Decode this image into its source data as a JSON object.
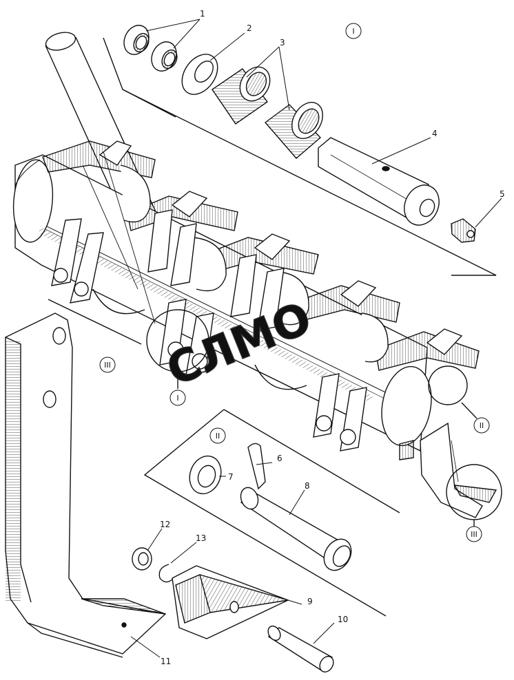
{
  "callouts": [
    "1",
    "2",
    "3",
    "4",
    "5",
    "6",
    "7",
    "8",
    "9",
    "10",
    "11",
    "12",
    "13"
  ],
  "views": {
    "I": "I",
    "II": "II",
    "III": "III"
  },
  "watermark": "СЛМО",
  "colors": {
    "ink": "#111111",
    "paper": "#ffffff"
  }
}
